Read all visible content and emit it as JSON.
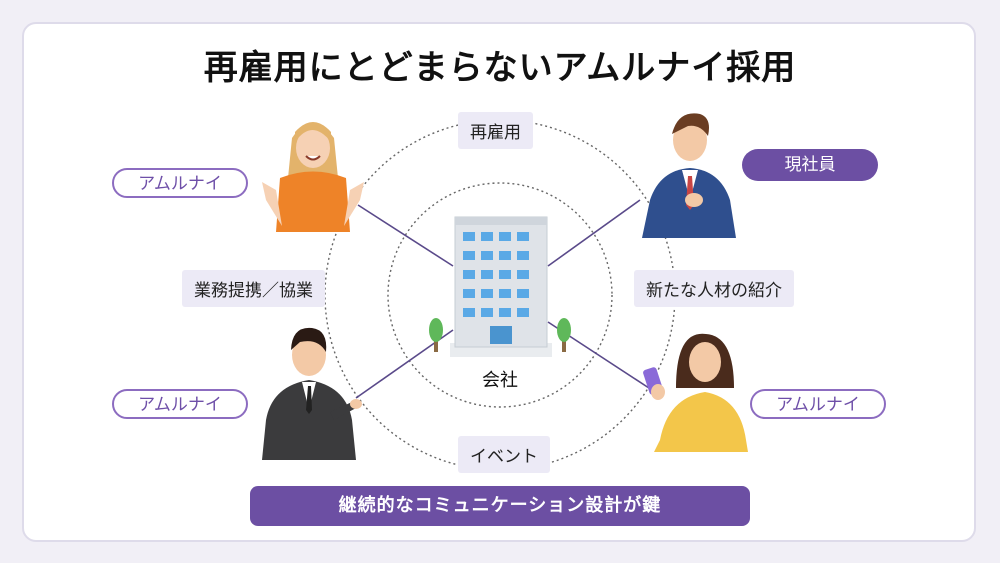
{
  "title": "再雇用にとどまらないアムルナイ採用",
  "center": {
    "label": "会社"
  },
  "ring_labels": {
    "top": "再雇用",
    "bottom": "イベント",
    "left": "業務提携／協業",
    "right": "新たな人材の紹介"
  },
  "people": {
    "top_left": {
      "tag": "アムルナイ"
    },
    "top_right": {
      "tag": "現社員"
    },
    "bottom_left": {
      "tag": "アムルナイ"
    },
    "bottom_right": {
      "tag": "アムルナイ"
    }
  },
  "banner": "継続的なコミュニケーション設計が鍵",
  "colors": {
    "accent": "#6c4fa3",
    "pill_border": "#8c6cc0",
    "label_bg": "#eceaf6",
    "line": "#5a4a8a"
  }
}
